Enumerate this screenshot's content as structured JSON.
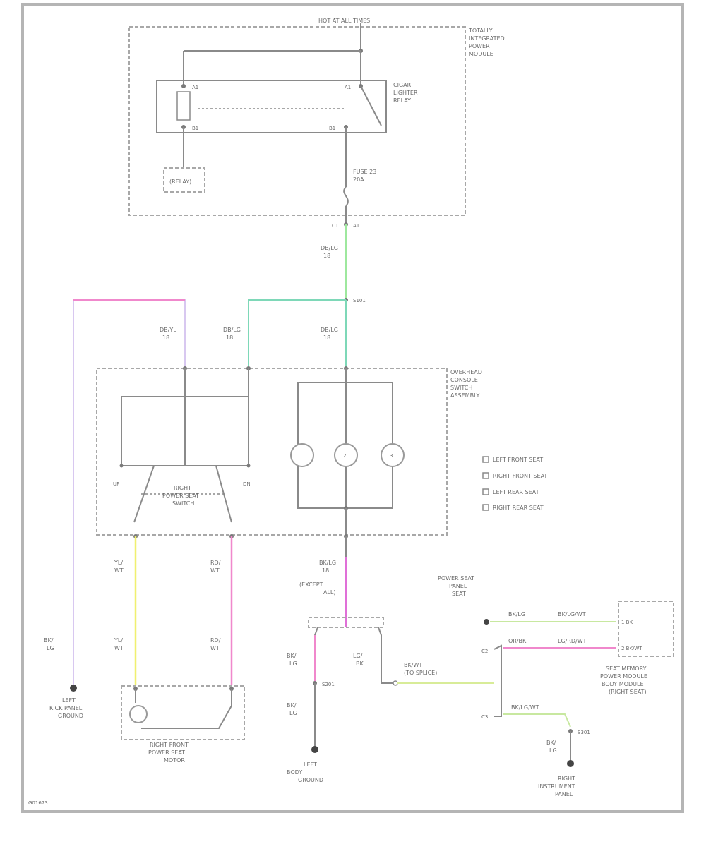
{
  "labels": {
    "hot_at_all_times": "HOT AT ALL TIMES",
    "fuse_panel": [
      "TOTALLY",
      "INTEGRATED",
      "POWER",
      "MODULE"
    ],
    "relay_switch": [
      "CIGAR",
      "LIGHTER",
      "RELAY"
    ],
    "fuse": [
      "FUSE 23",
      "20A"
    ],
    "relay_box": "(RELAY)",
    "cavity_a": "A1",
    "cavity_b": "B1",
    "conn_c1": "C1",
    "conn_c2": "C2",
    "conn_c3": "C3",
    "wire_top": [
      "DB/LG",
      "18"
    ],
    "splice_s1": "S101",
    "wire_left": [
      "DB/YL",
      "18"
    ],
    "wire_mid": [
      "DB/LG",
      "18"
    ],
    "wire_right": [
      "DB/LG",
      "18"
    ],
    "assembly": [
      "OVERHEAD",
      "CONSOLE",
      "SWITCH",
      "ASSEMBLY"
    ],
    "switch_name": [
      "RIGHT",
      "POWER SEAT",
      "SWITCH"
    ],
    "pin_left": "UP",
    "pin_right": "DN",
    "lamp_pins": [
      "1",
      "2",
      "3"
    ],
    "legend": [
      "LEFT FRONT SEAT",
      "RIGHT FRONT SEAT",
      "LEFT REAR SEAT",
      "RIGHT REAR SEAT"
    ],
    "wire_bottom_mid": [
      "BK/LG",
      "18",
      "(EXCEPT",
      "ALL)"
    ],
    "wire_yel_top": [
      "YL/",
      "WT"
    ],
    "wire_pink_top": [
      "RD/",
      "WT"
    ],
    "wire_yel_bot": [
      "YL/",
      "WT"
    ],
    "wire_pink_bot": [
      "RD/",
      "WT"
    ],
    "wire_far_left": [
      "BK/",
      "LG"
    ],
    "ground_left": [
      "LEFT",
      "KICK PANEL",
      "GROUND"
    ],
    "motor": [
      "RIGHT FRONT",
      "POWER SEAT",
      "MOTOR"
    ],
    "wire_bk_left": [
      "BK/",
      "LG"
    ],
    "splice_s2": "S201",
    "wire_bk_left2": [
      "BK/",
      "LG"
    ],
    "ground_mid": [
      "LEFT",
      "BODY",
      "GROUND"
    ],
    "wire_lg_right": [
      "LG/",
      "BK"
    ],
    "wire_diag": [
      "BK/WT",
      "(TO SPLICE)"
    ],
    "module_ref": [
      "POWER SEAT",
      "PANEL",
      "SEAT"
    ],
    "wire_c1_a": "BK/LG",
    "wire_c1_b": "BK/LG/WT",
    "wire_c2_a": "OR/BK",
    "wire_c2_b": "LG/RD/WT",
    "wire_c3": "BK/LG/WT",
    "box_pin1": "1 BK",
    "box_pin2": "2 BK/WT",
    "module_name": [
      "SEAT MEMORY",
      "POWER MODULE",
      "BODY MODULE",
      "(RIGHT SEAT)"
    ],
    "splice_s3": "S301",
    "wire_bot_right": [
      "BK/",
      "LG"
    ],
    "ground_right": [
      "RIGHT",
      "INSTRUMENT",
      "PANEL"
    ],
    "figure_id": "G01673"
  },
  "colors": {
    "green": "#9ee89e",
    "teal": "#7ed8b8",
    "pink": "#f088cc",
    "magenta": "#e070d8",
    "lavender": "#d8c8f0",
    "yellow": "#f0f070",
    "yellowgreen": "#d8ec98",
    "lightgreen": "#c8e8a0"
  }
}
